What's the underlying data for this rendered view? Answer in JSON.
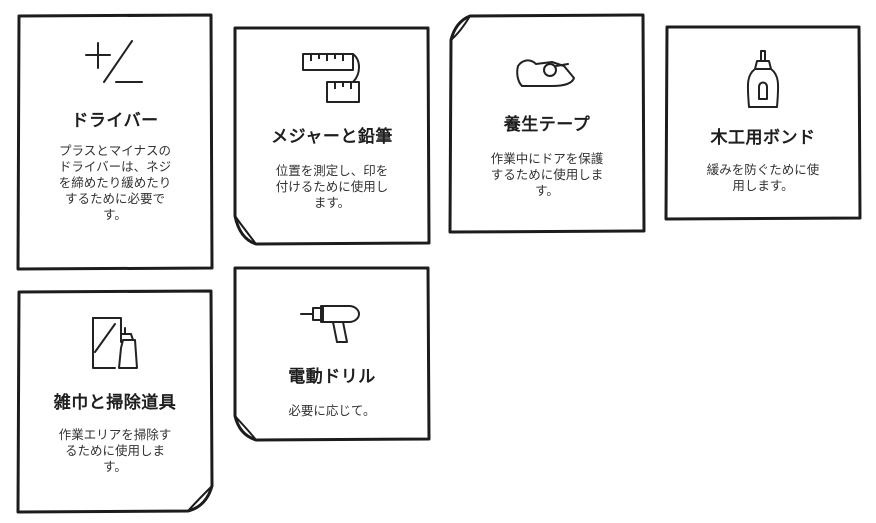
{
  "cards": [
    {
      "icon": "screwdriver-plus-minus-icon",
      "title": "ドライバー",
      "desc_lines": [
        "プラスとマイナスの",
        "ドライバーは、ネジ",
        "を締めたり緩めたり",
        "するために必要で",
        "す。"
      ]
    },
    {
      "icon": "tape-measure-icon",
      "title": "メジャーと鉛筆",
      "desc_lines": [
        "位置を測定し、印を",
        "付けるために使用し",
        "ます。"
      ]
    },
    {
      "icon": "tape-dispenser-icon",
      "title": "養生テープ",
      "desc_lines": [
        "作業中にドアを保護",
        "するために使用しま",
        "す。"
      ]
    },
    {
      "icon": "glue-bottle-icon",
      "title": "木工用ボンド",
      "desc_lines": [
        "緩みを防ぐために使",
        "用します。"
      ]
    },
    {
      "icon": "cleaning-spray-icon",
      "title": "雑巾と掃除道具",
      "desc_lines": [
        "作業エリアを掃除す",
        "るために使用しま",
        "す。"
      ]
    },
    {
      "icon": "power-drill-icon",
      "title": "電動ドリル",
      "desc_lines": [
        "必要に応じて。"
      ]
    }
  ]
}
